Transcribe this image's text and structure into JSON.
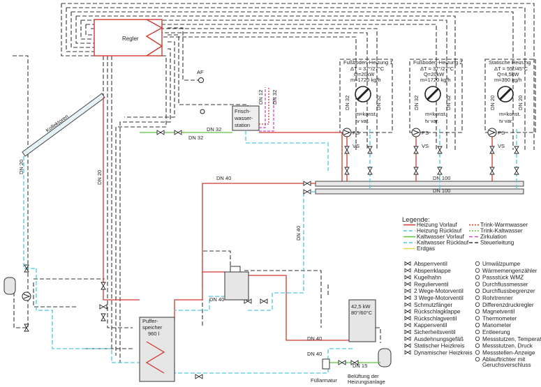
{
  "controller": {
    "label": "Regler"
  },
  "outdoor_sensor": {
    "label": "AF"
  },
  "collector": {
    "label": "Kollektoren"
  },
  "station": {
    "line1": "Frisch-",
    "line2": "wasser-",
    "line3": "station"
  },
  "buffer": {
    "line1": "Puffer-",
    "line2": "speicher",
    "line3": "960 l"
  },
  "boiler": {
    "line1": "42,5 kW",
    "line2": "80°/60°C"
  },
  "fill": {
    "valve": "Füllarmatur",
    "vent1": "Belüftung der",
    "vent2": "Heizungsanlage"
  },
  "circuits": [
    {
      "title": "Fußboden-Heizung 1",
      "dt": "ΔT = 37°/27°C",
      "q": "Q=20kW",
      "m": "m=1720 kg/h",
      "dn_left": "DN 32",
      "dn_right": "DN 32",
      "note1": "m=konst.",
      "note2": "tv var.",
      "pump": "PS"
    },
    {
      "title": "Fußboden-Heizung 2",
      "dt": "ΔT = 37°/27°C",
      "q": "Q=20kW",
      "m": "m=1720 kg/h",
      "dn_left": "DN 32",
      "dn_right": "DN 32",
      "note1": "m=konst.",
      "note2": "tv var.",
      "pump": "PS"
    },
    {
      "title": "Statische Heizung",
      "dt": "ΔT = 55°/45°C",
      "q": "Q=4,5kW",
      "m": "m=390 kg/h",
      "dn_left": "DN 20",
      "dn_right": "DN 20",
      "note1": "m=konst.",
      "note2": "tv var.",
      "pump": "PS"
    }
  ],
  "valve_labels": {
    "v1": "VS",
    "v2": "VS",
    "v3": "VS"
  },
  "pipe_labels": {
    "dn20_a": "DN 20",
    "dn20_b": "DN 20",
    "dn32_a": "DN 32",
    "dn32_b": "DN 32",
    "dn12": "DN 12",
    "dn32_c": "DN 32",
    "dn40_a": "DN 40",
    "dn40_b": "DN 40",
    "dn40_c": "DN 40",
    "dn40_d": "DN 40",
    "dn40_e": "DN 40",
    "dn15": "DN 15",
    "dn100_a": "DN 100",
    "dn100_b": "DN 100"
  },
  "legend": {
    "title": "Legende:",
    "lines": [
      {
        "label": "Heizung Vorlauf",
        "color": "#d2372e",
        "style": "solid"
      },
      {
        "label": "Heizung Rücklauf",
        "color": "#4fc6e0",
        "style": "dashed"
      },
      {
        "label": "Kaltwasser Vorlauf",
        "color": "#5ec43c",
        "style": "solid"
      },
      {
        "label": "Kaltwasser Rücklauf",
        "color": "#4fc6e0",
        "style": "dashed"
      },
      {
        "label": "Erdgas",
        "color": "#e8d84a",
        "style": "solid"
      },
      {
        "label": "Trink-Warmwasser",
        "color": "#d2372e",
        "style": "dotted"
      },
      {
        "label": "Trink-Kaltwasser",
        "color": "#5ec43c",
        "style": "dotted"
      },
      {
        "label": "Zirkulation",
        "color": "#c94fc1",
        "style": "dashed"
      },
      {
        "label": "Steuerleitung",
        "color": "#333333",
        "style": "dashed"
      }
    ],
    "symbols_left": [
      "Absperrventil",
      "Absperrklappe",
      "Kugelhahn",
      "Regulierventil",
      "2 Wege-Motorventil",
      "3 Wege-Motorventil",
      "Schmutzfänger",
      "Rückschlagklappe",
      "Rückschlagventil",
      "Kappenventil",
      "Sicherheitsventil",
      "Ausdehnungsgefäß",
      "Statischer Heizkreis",
      "Dynamischer Heizkreis"
    ],
    "symbols_right": [
      "Umwälzpumpe",
      "Wärmemengenzähler",
      "Passstück WMZ",
      "Durchflussmesser",
      "Durchflussbegrenzer",
      "Rohrtrenner",
      "Differenzdruckregler",
      "Magnetventil",
      "Thermometer",
      "Manometer",
      "Entleerung",
      "Messstutzen, Temperatur",
      "Messstutzen, Druck",
      "Messstellen-Anzeige",
      "Ablauftrichter mit",
      "Geruchsverschluss"
    ]
  }
}
